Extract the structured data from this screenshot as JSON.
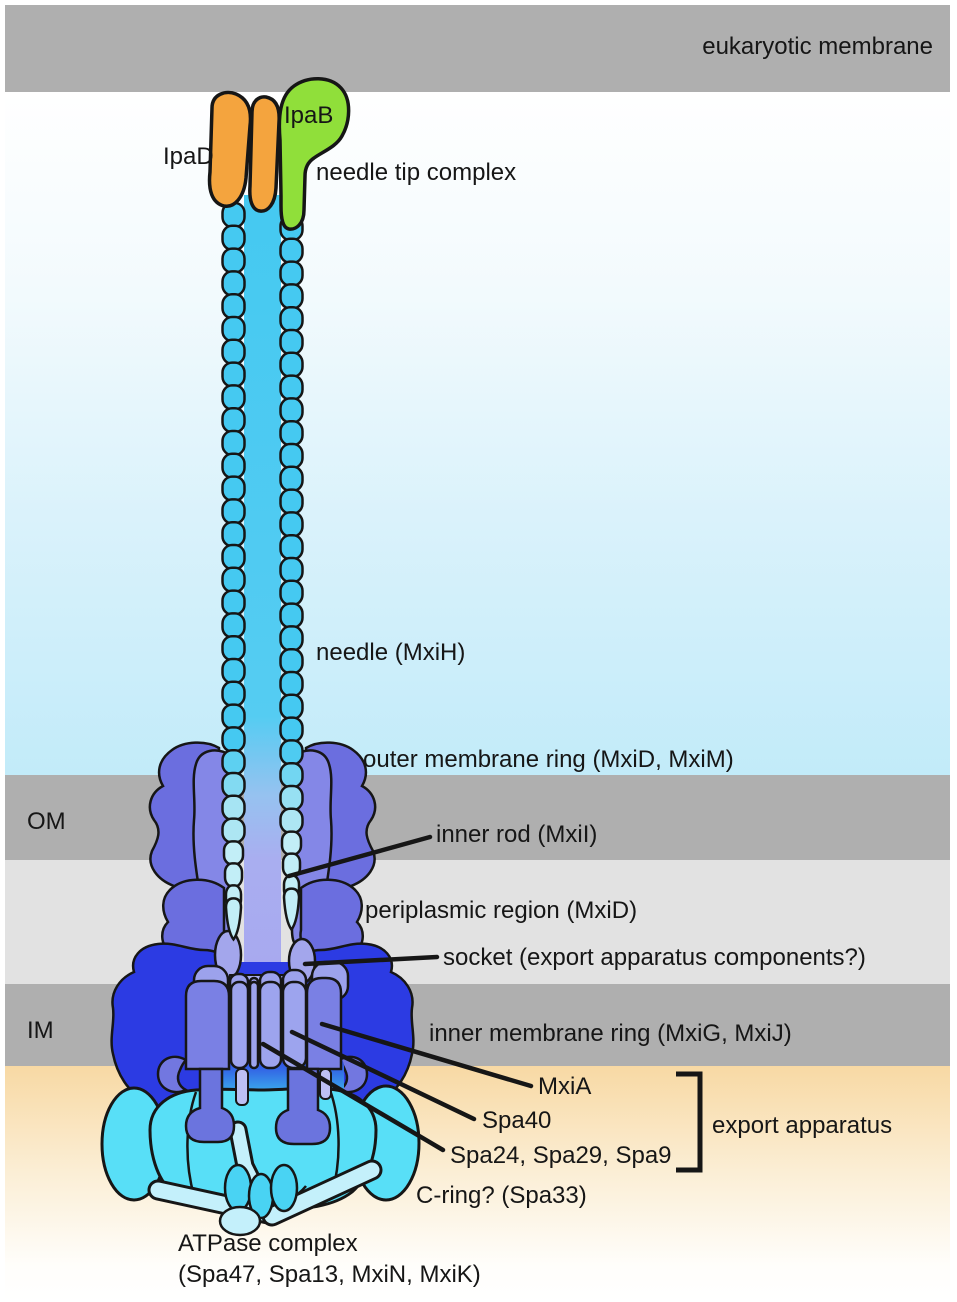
{
  "figure": {
    "description": "type III secretion system injectisome schematic"
  },
  "regions": {
    "eukaryotic_membrane": "eukaryotic membrane",
    "outer_membrane": "OM",
    "inner_membrane": "IM"
  },
  "labels": {
    "ipad": "IpaD",
    "ipab": "IpaB",
    "needle_tip_complex": "needle tip complex",
    "needle": "needle (MxiH)",
    "outer_membrane_ring": "outer membrane ring (MxiD, MxiM)",
    "inner_rod": "inner rod (MxiI)",
    "periplasmic_region": "periplasmic region (MxiD)",
    "socket": "socket (export apparatus components?)",
    "inner_membrane_ring": "inner membrane ring (MxiG, MxiJ)",
    "mxia": "MxiA",
    "spa40": "Spa40",
    "spa24_29_9": "Spa24, Spa29, Spa9",
    "export_apparatus": "export apparatus",
    "c_ring": "C-ring? (Spa33)",
    "atpase_complex": "ATPase complex",
    "atpase_components": "(Spa47, Spa13, MxiN, MxiK)"
  },
  "colors": {
    "membrane_gray": "#AFAFAF",
    "periplasm_gray": "#E2E2E2",
    "extracellular_cyan": "#C2EBF9",
    "cytoplasm_orange": "#F8D9A4",
    "needle_cyan": "#45C9F1",
    "needle_pale": "#ADE6F3",
    "rod_pale": "#C2EEF7",
    "channel_periwinkle": "#A9AEF0",
    "om_ring_slate": "#6B6EDF",
    "om_ring_light": "#8487E7",
    "im_ring_dark_blue": "#2C3BE3",
    "block_slate": "#7A80E4",
    "bar_periwinkle": "#9DA4EE",
    "leg_slate": "#6B74DE",
    "socket_lavender": "#A3A6EC",
    "c_ring_cyan": "#58DFF7",
    "atpase_pale_cyan": "#C4F0FB",
    "atpase_bright_cyan": "#49D3F3",
    "ipad_orange": "#F4A43E",
    "ipab_green": "#90DF3A",
    "line_black": "#161616"
  }
}
